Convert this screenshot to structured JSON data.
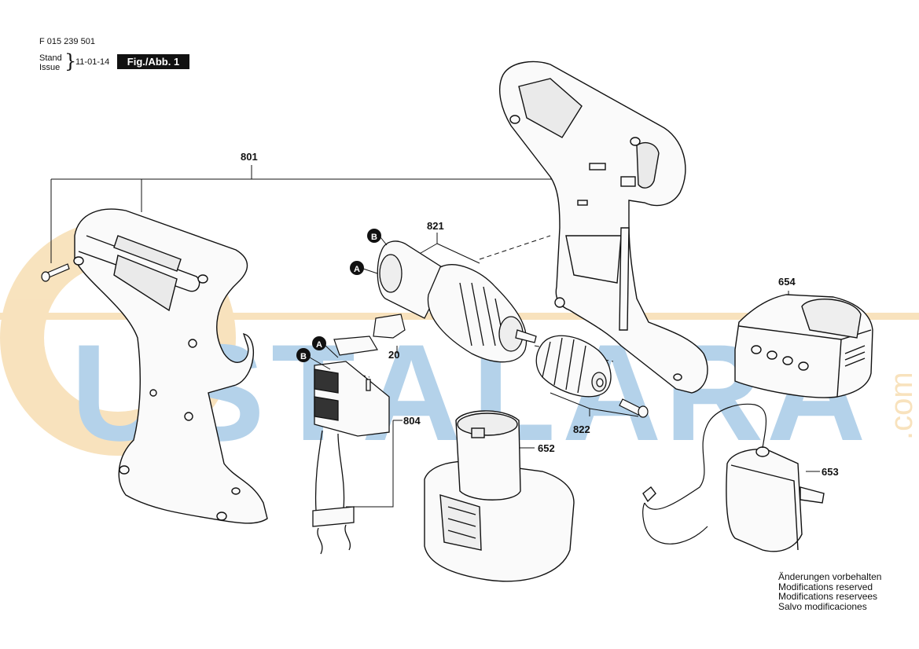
{
  "header": {
    "doc_number": "F 015 239 501",
    "stand_label": "Stand",
    "issue_label": "Issue",
    "date": "11-01-14",
    "figure_label": "Fig./Abb. 1"
  },
  "watermark": {
    "letters": [
      "U",
      "S",
      "T",
      "A",
      "L",
      "A",
      "R",
      "A"
    ],
    "suffix": ".com",
    "primary_color": "#9cc4e4",
    "accent_color": "#f6d9a8"
  },
  "callouts": {
    "801": "801",
    "821": "821",
    "20": "20",
    "804": "804",
    "822": "822",
    "652": "652",
    "654": "654",
    "653": "653"
  },
  "markers": {
    "a": "A",
    "b": "B"
  },
  "footer": {
    "lines": [
      "Änderungen vorbehalten",
      "Modifications reserved",
      "Modifications reservees",
      "Salvo modificaciones"
    ]
  }
}
